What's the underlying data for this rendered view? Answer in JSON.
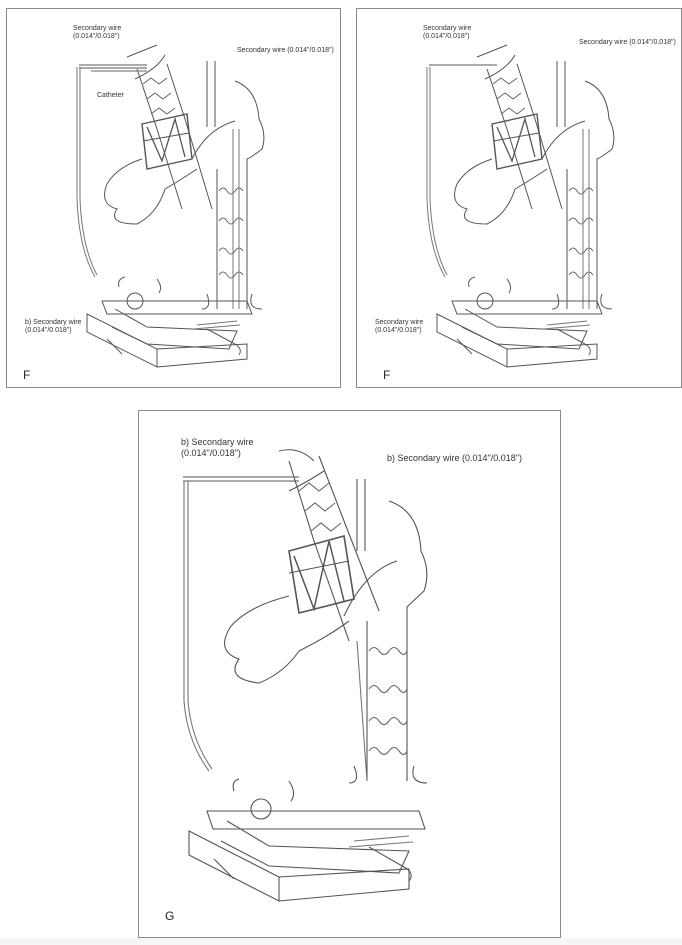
{
  "panel_f1": {
    "letter": "F",
    "top_left_wire": [
      "Secondary wire",
      "(0.014\"/0.018\")"
    ],
    "top_right_wire": "Secondary wire (0.014\"/0.018\")",
    "catheter": "Catheter",
    "bottom_wire": [
      "b) Secondary wire",
      "(0.014\"/0.018\")"
    ]
  },
  "panel_f2": {
    "letter": "F",
    "top_left_wire": [
      "Secondary wire",
      "(0.014\"/0.018\")"
    ],
    "top_right_wire": "Secondary wire (0.014\"/0.018\")",
    "bottom_wire": [
      "Secondary wire",
      "(0.014\"/0.018\")"
    ]
  },
  "panel_g": {
    "letter": "G",
    "top_left_wire": [
      "b) Secondary wire",
      "(0.014\"/0.018\")"
    ],
    "top_right_wire": "b) Secondary wire (0.014\"/0.018\")"
  }
}
